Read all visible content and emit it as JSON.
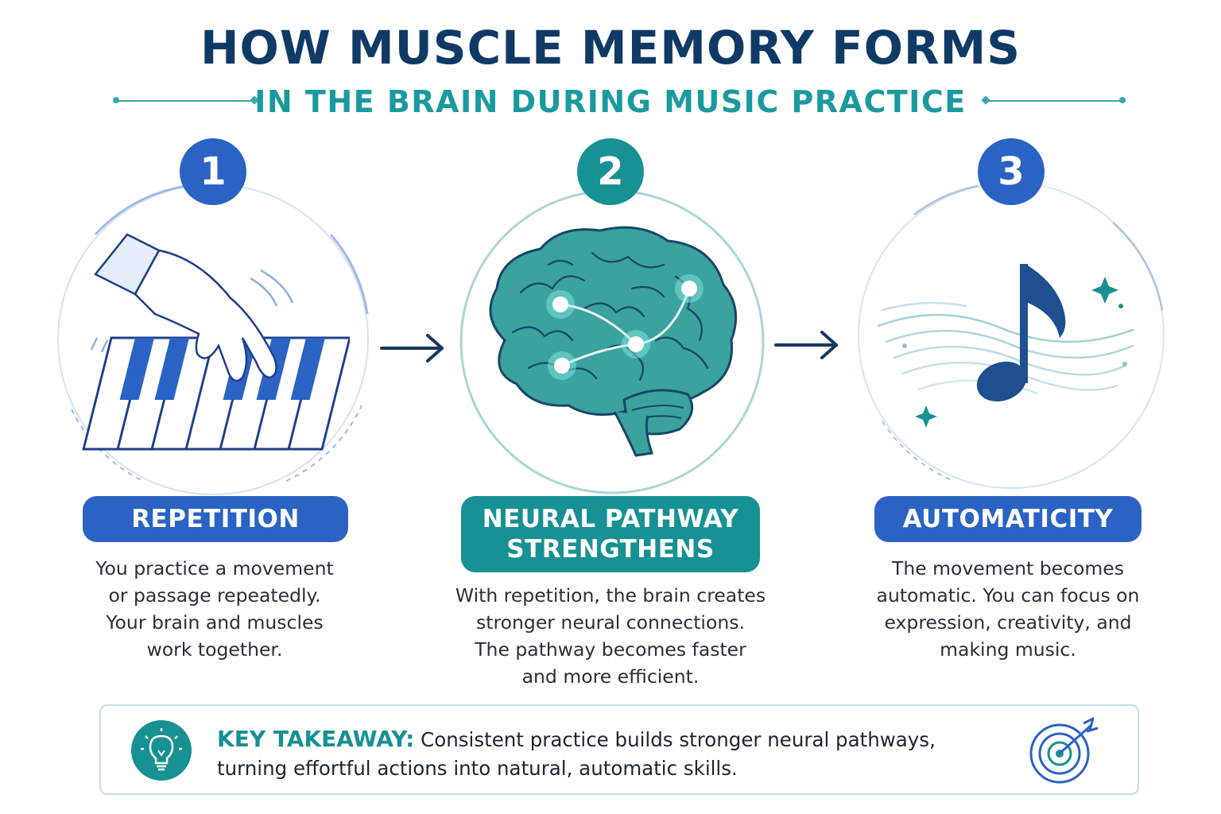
{
  "title": "HOW MUSCLE MEMORY FORMS",
  "subtitle": "IN THE BRAIN DURING MUSIC PRACTICE",
  "colors": {
    "navy": "#0f3a66",
    "teal": "#179193",
    "blue": "#2a63c4"
  },
  "steps": [
    {
      "number": "1",
      "label_lines": [
        "REPETITION"
      ],
      "description_lines": [
        "You practice a movement",
        "or passage repeatedly.",
        "Your brain and muscles",
        "work together."
      ],
      "icon": "hand-on-piano-icon"
    },
    {
      "number": "2",
      "label_lines": [
        "NEURAL PATHWAY",
        "STRENGTHENS"
      ],
      "description_lines": [
        "With repetition, the brain creates",
        "stronger neural connections.",
        "The pathway becomes faster",
        "and more efficient."
      ],
      "icon": "brain-network-icon"
    },
    {
      "number": "3",
      "label_lines": [
        "AUTOMATICITY"
      ],
      "description_lines": [
        "The movement becomes",
        "automatic. You can focus on",
        "expression, creativity, and",
        "making music."
      ],
      "icon": "music-note-icon"
    }
  ],
  "takeaway": {
    "heading": "KEY TAKEAWAY:",
    "text_line1": " Consistent practice builds stronger neural pathways,",
    "text_line2": "turning effortful actions into natural, automatic skills.",
    "left_icon": "lightbulb-icon",
    "right_icon": "target-icon"
  }
}
